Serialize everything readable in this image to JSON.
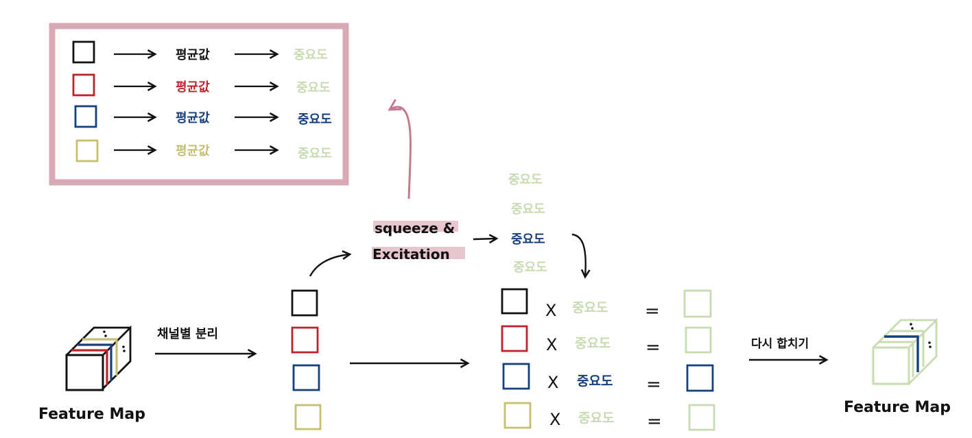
{
  "colors": {
    "black": "#111111",
    "red": "#c0222c",
    "blue": "#163f7e",
    "olive": "#c5bf6e",
    "pale_green": "#c8dbb1",
    "pink": "#d9a9b5",
    "pink_arrow": "#c47a8c"
  },
  "legend": {
    "rows": [
      {
        "color": "black",
        "mean_label": "평균값",
        "importance_label": "중요도",
        "importance_color": "pale_green"
      },
      {
        "color": "red",
        "mean_label": "평균값",
        "importance_label": "중요도",
        "importance_color": "pale_green"
      },
      {
        "color": "blue",
        "mean_label": "평균값",
        "importance_label": "중요도",
        "importance_color": "blue"
      },
      {
        "color": "olive",
        "mean_label": "평균값",
        "importance_label": "중요도",
        "importance_color": "pale_green"
      }
    ]
  },
  "input": {
    "label": "Feature Map",
    "split_label": "채널별 분리"
  },
  "se_block": {
    "line1": "squeeze &",
    "line2": "Excitation"
  },
  "importance_stack": [
    "중요도",
    "중요도",
    "중요도",
    "중요도"
  ],
  "multiply": {
    "times_symbol": "X",
    "equals_symbol": "=",
    "importance_label": "중요도"
  },
  "output": {
    "merge_label": "다시 합치기",
    "label": "Feature Map"
  }
}
